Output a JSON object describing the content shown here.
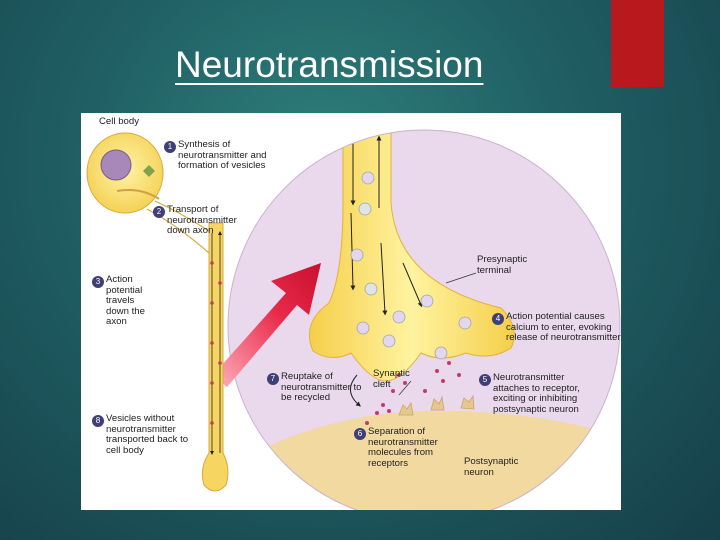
{
  "slide": {
    "title": "Neurotransmission",
    "accent_color": "#b8191c"
  },
  "diagram": {
    "labels": {
      "cell_body": "Cell body",
      "presynaptic": "Presynaptic terminal",
      "synaptic_cleft": "Synaptic cleft",
      "postsynaptic": "Postsynaptic neuron"
    },
    "steps": [
      {
        "num": "1",
        "text": "Synthesis of neurotransmitter and formation of vesicles"
      },
      {
        "num": "2",
        "text": "Transport of neurotransmitter down axon"
      },
      {
        "num": "3",
        "text": "Action potential travels down the axon"
      },
      {
        "num": "4",
        "text": "Action potential causes calcium to enter, evoking release of neurotransmitter"
      },
      {
        "num": "5",
        "text": "Neurotransmitter attaches to receptor, exciting or inhibiting postsynaptic neuron"
      },
      {
        "num": "6",
        "text": "Separation of neurotransmitter molecules from receptors"
      },
      {
        "num": "7",
        "text": "Reuptake of neurotransmitter to be recycled"
      },
      {
        "num": "8",
        "text": "Vesicles without neurotransmitter transported back to cell body"
      }
    ]
  }
}
